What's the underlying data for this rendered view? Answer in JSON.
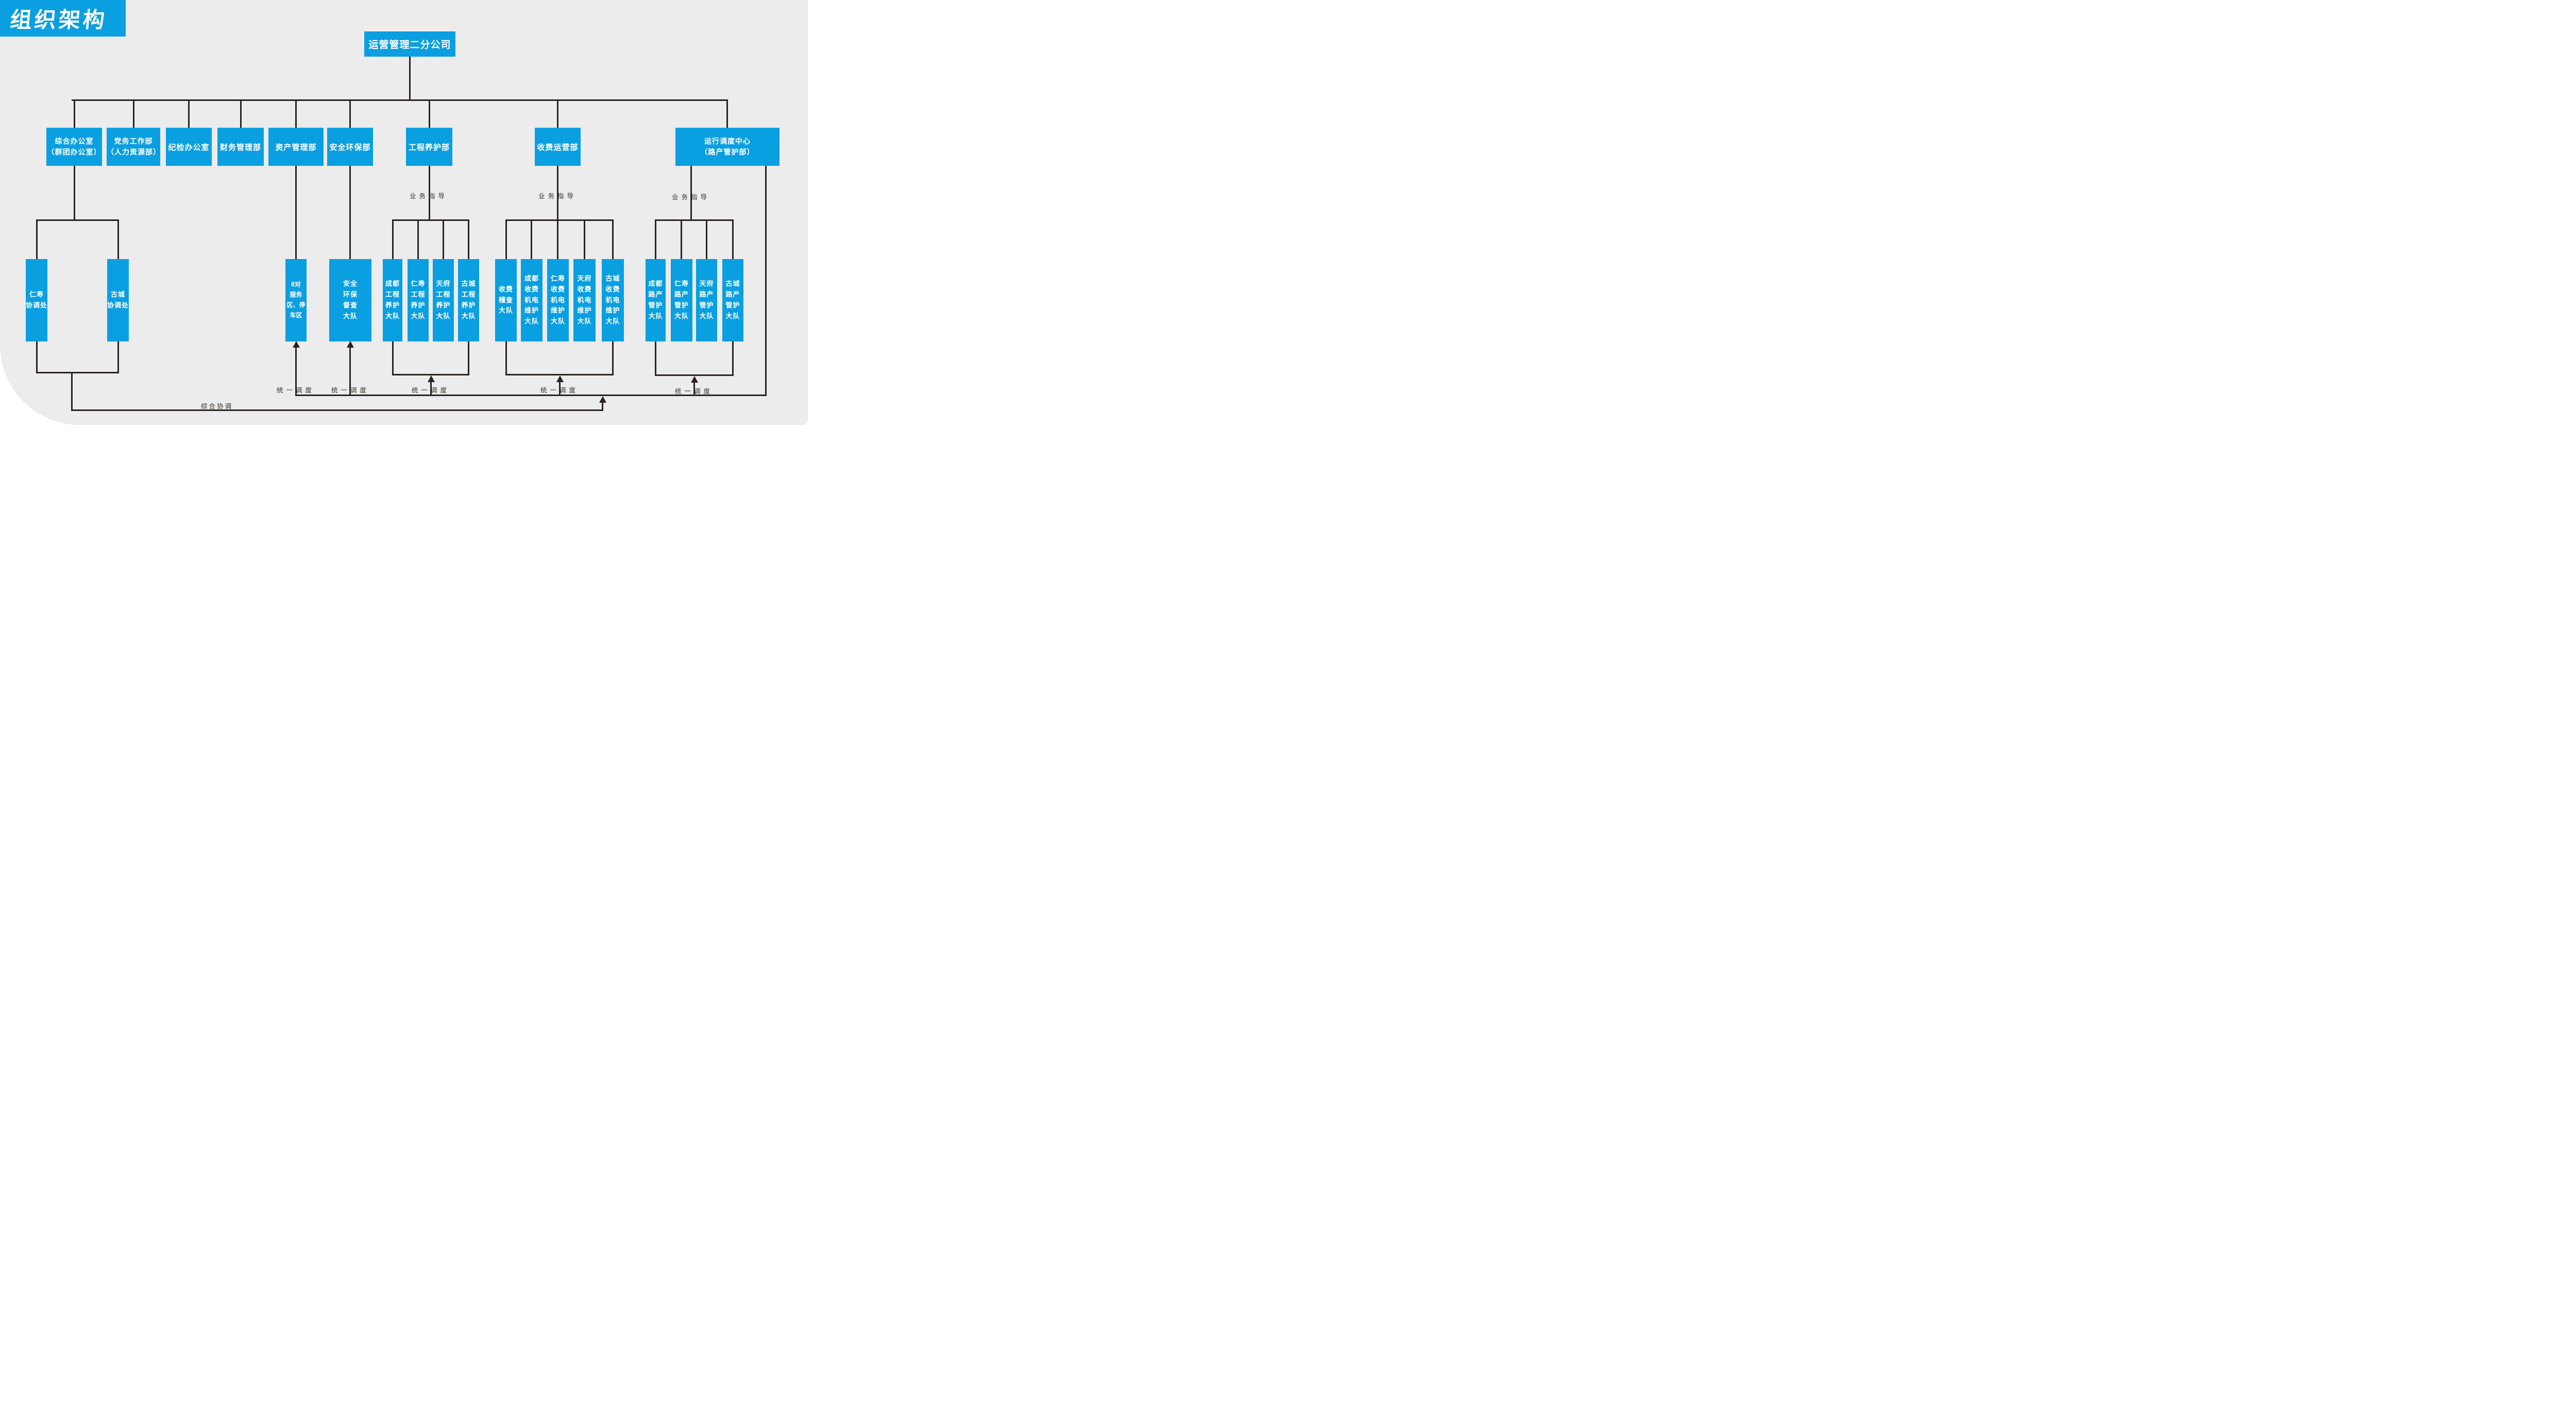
{
  "title": "组织架构",
  "colors": {
    "primary_blue": "#0a9fe0",
    "connector_dark": "#2b2320",
    "background_gray": "#ececec",
    "label_text": "#35302b"
  },
  "root": {
    "label": "运营管理二分公司"
  },
  "departments": [
    {
      "label": "综合办公室\n（群团办公室）"
    },
    {
      "label": "党务工作部\n（人力资源部）"
    },
    {
      "label": "纪检办公室"
    },
    {
      "label": "财务管理部"
    },
    {
      "label": "资产管理部"
    },
    {
      "label": "安全环保部"
    },
    {
      "label": "工程养护部"
    },
    {
      "label": "收费运营部"
    },
    {
      "label": "运行调度中心\n（路产管护部）"
    }
  ],
  "teams": {
    "coordination": [
      {
        "label": "仁寿\n协调处"
      },
      {
        "label": "古城\n协调处"
      }
    ],
    "asset": [
      {
        "label": "8对\n服务\n区、停\n车区"
      }
    ],
    "safety": [
      {
        "label": "安全\n环保\n督查\n大队"
      }
    ],
    "engineering": [
      {
        "label": "成都\n工程\n养护\n大队"
      },
      {
        "label": "仁寿\n工程\n养护\n大队"
      },
      {
        "label": "天府\n工程\n养护\n大队"
      },
      {
        "label": "古城\n工程\n养护\n大队"
      }
    ],
    "toll": [
      {
        "label": "收费\n稽查\n大队"
      },
      {
        "label": "成都\n收费\n机电\n维护\n大队"
      },
      {
        "label": "仁寿\n收费\n机电\n维护\n大队"
      },
      {
        "label": "天府\n收费\n机电\n维护\n大队"
      },
      {
        "label": "古城\n收费\n机电\n维护\n大队"
      }
    ],
    "road": [
      {
        "label": "成都\n路产\n管护\n大队"
      },
      {
        "label": "仁寿\n路产\n管护\n大队"
      },
      {
        "label": "天府\n路产\n管护\n大队"
      },
      {
        "label": "古城\n路产\n管护\n大队"
      }
    ]
  },
  "edge_labels": {
    "business_guidance": "业务指导",
    "unified_dispatch": "统一调度",
    "comprehensive_coordination": "综合协调"
  }
}
